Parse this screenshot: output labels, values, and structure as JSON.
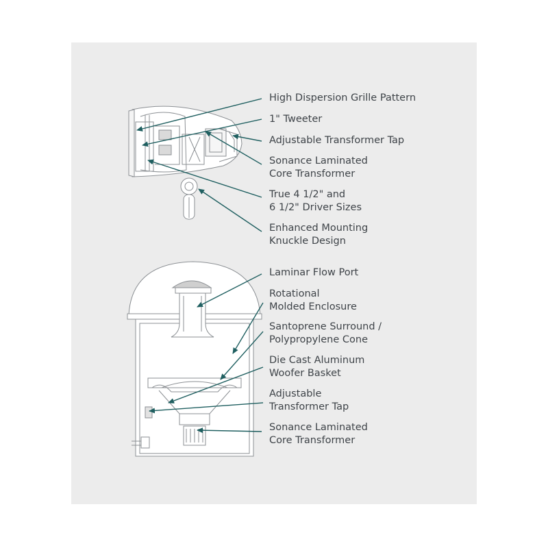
{
  "labels": [
    {
      "id": "high-dispersion-grille-pattern",
      "lines": [
        "High Dispersion Grille Pattern"
      ]
    },
    {
      "id": "tweeter",
      "lines": [
        "1\" Tweeter"
      ]
    },
    {
      "id": "adjustable-transformer-tap-top",
      "lines": [
        "Adjustable Transformer Tap"
      ]
    },
    {
      "id": "sonance-laminated-core-transformer-top",
      "lines": [
        "Sonance Laminated",
        "Core Transformer"
      ]
    },
    {
      "id": "driver-sizes",
      "lines": [
        "True 4 1/2\" and",
        "6 1/2\" Driver Sizes"
      ]
    },
    {
      "id": "enhanced-mounting-knuckle",
      "lines": [
        "Enhanced Mounting",
        "Knuckle Design"
      ]
    },
    {
      "id": "laminar-flow-port",
      "lines": [
        "Laminar Flow Port"
      ]
    },
    {
      "id": "rotational-molded-enclosure",
      "lines": [
        "Rotational",
        "Molded Enclosure"
      ]
    },
    {
      "id": "santoprene-surround",
      "lines": [
        "Santoprene Surround /",
        "Polypropylene Cone"
      ]
    },
    {
      "id": "die-cast-aluminum-basket",
      "lines": [
        "Die Cast Aluminum",
        "Woofer Basket"
      ]
    },
    {
      "id": "adjustable-transformer-tap-bottom",
      "lines": [
        "Adjustable",
        "Transformer Tap"
      ]
    },
    {
      "id": "sonance-laminated-core-transformer-bottom",
      "lines": [
        "Sonance Laminated",
        "Core Transformer"
      ]
    }
  ],
  "colors": {
    "arrow": "#1f5f60",
    "drawing": "#8b8f93",
    "text": "#3e4348",
    "panel": "#ececec"
  }
}
